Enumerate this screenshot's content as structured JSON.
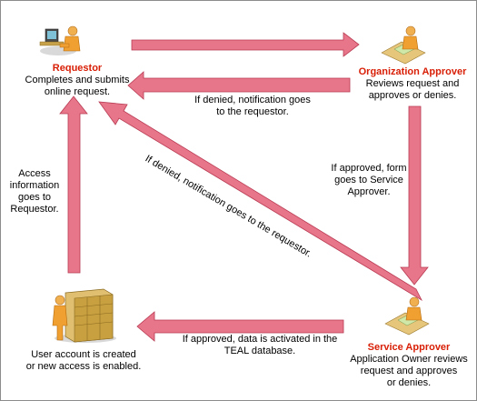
{
  "requestor": {
    "title": "Requestor",
    "lines": [
      "Completes and submits",
      "online request."
    ]
  },
  "org_approver": {
    "title": "Organization Approver",
    "lines": [
      "Reviews request and",
      "approves or denies."
    ]
  },
  "service_approver": {
    "title": "Service Approver",
    "lines": [
      "Application Owner reviews",
      "request and approves",
      "or denies."
    ]
  },
  "system": {
    "lines": [
      "User account is created",
      "or new access is enabled."
    ]
  },
  "labels": {
    "org_denied": [
      "If denied, notification goes",
      "to the requestor."
    ],
    "org_approved": [
      "If approved, form",
      "goes to Service",
      "Approver."
    ],
    "svc_denied": "If denied, notification goes to the requestor.",
    "svc_approved": [
      "If approved, data is activated in the",
      "TEAL database."
    ],
    "access_info": [
      "Access",
      "information",
      "goes to",
      "Requestor."
    ]
  },
  "colors": {
    "arrow_fill": "#e8768a",
    "arrow_stroke": "#b83a52",
    "role_text": "#d81e05"
  },
  "icons": {
    "requestor": "person-at-computer-icon",
    "org_approver": "person-at-desk-icon",
    "service_approver": "person-at-desk-icon",
    "system": "server-rack-icon"
  }
}
